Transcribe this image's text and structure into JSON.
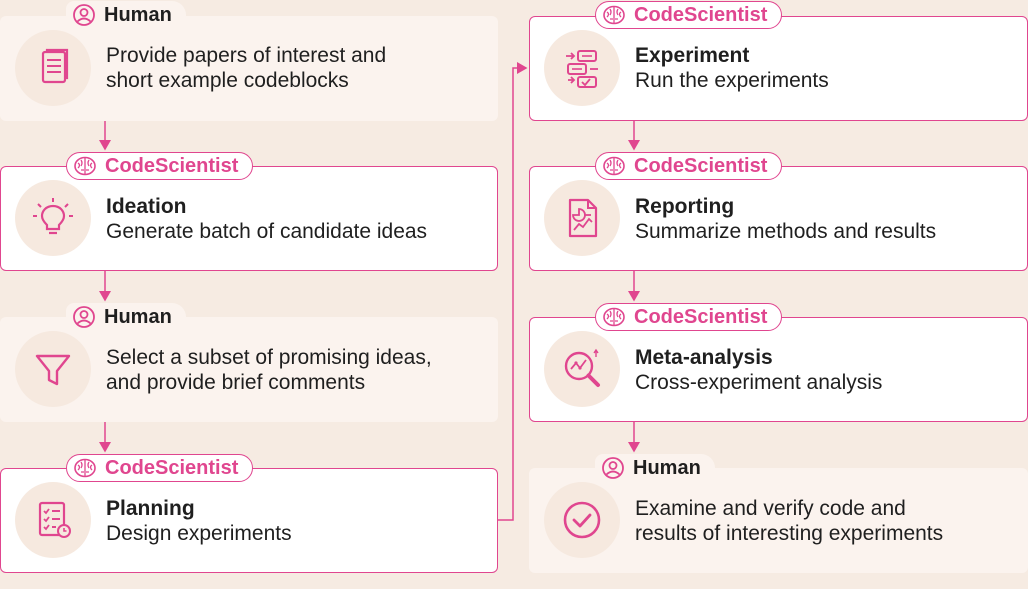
{
  "left": [
    {
      "kind": "human",
      "badge": "Human",
      "title": "",
      "lines": [
        "Provide papers of interest and",
        "short example codeblocks"
      ],
      "icon": "document-icon"
    },
    {
      "kind": "cs",
      "badge": "CodeScientist",
      "title": "Ideation",
      "lines": [
        "Generate batch of candidate ideas"
      ],
      "icon": "lightbulb-icon"
    },
    {
      "kind": "human",
      "badge": "Human",
      "title": "",
      "lines": [
        "Select a subset of promising ideas,",
        "and provide brief comments"
      ],
      "icon": "funnel-icon"
    },
    {
      "kind": "cs",
      "badge": "CodeScientist",
      "title": "Planning",
      "lines": [
        "Design experiments"
      ],
      "icon": "checklist-icon"
    }
  ],
  "right": [
    {
      "kind": "cs",
      "badge": "CodeScientist",
      "title": "Experiment",
      "lines": [
        "Run the experiments"
      ],
      "icon": "workflow-icon"
    },
    {
      "kind": "cs",
      "badge": "CodeScientist",
      "title": "Reporting",
      "lines": [
        "Summarize methods and results"
      ],
      "icon": "report-icon"
    },
    {
      "kind": "cs",
      "badge": "CodeScientist",
      "title": "Meta-analysis",
      "lines": [
        "Cross-experiment analysis"
      ],
      "icon": "magnifier-chart-icon"
    },
    {
      "kind": "human",
      "badge": "Human",
      "title": "",
      "lines": [
        "Examine and verify code and",
        "results of interesting experiments"
      ],
      "icon": "check-circle-icon"
    }
  ],
  "colors": {
    "accent": "#e0468f",
    "background": "#f6ebe2",
    "human_card": "#fbf3ee",
    "icon_bg": "#f6e9df",
    "text": "#1f1f1f"
  }
}
